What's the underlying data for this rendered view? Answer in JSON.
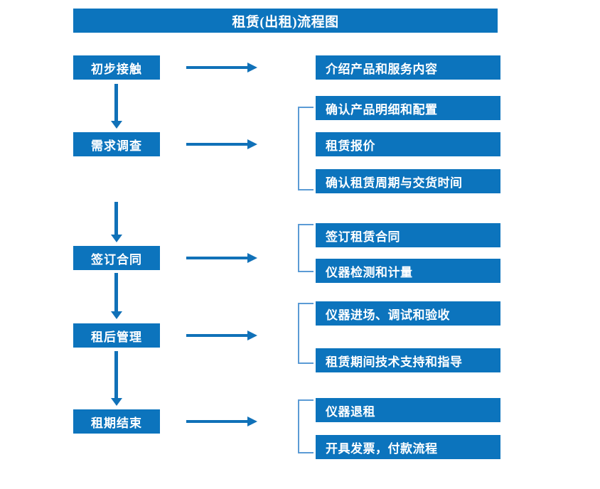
{
  "title": "租赁(出租)流程图",
  "colors": {
    "box_blue": "#0c74bd",
    "arrow_blue": "#1071b8",
    "bracket_blue": "#5b9bd5",
    "text_white": "#ffffff",
    "background": "#ffffff"
  },
  "chart_data": {
    "type": "diagram",
    "title": "租赁(出租)流程图",
    "stages": [
      {
        "stage": "初步接触",
        "details": [
          "介绍产品和服务内容"
        ],
        "bracketed": false
      },
      {
        "stage": "需求调查",
        "details": [
          "确认产品明细和配置",
          "租赁报价",
          "确认租赁周期与交货时间"
        ],
        "bracketed": true
      },
      {
        "stage": "签订合同",
        "details": [
          "签订租赁合同",
          "仪器检测和计量"
        ],
        "bracketed": true
      },
      {
        "stage": "租后管理",
        "details": [
          "仪器进场、调试和验收",
          "租赁期间技术支持和指导"
        ],
        "bracketed": true
      },
      {
        "stage": "租期结束",
        "details": [
          "仪器退租",
          "开具发票，付款流程"
        ],
        "bracketed": true
      }
    ]
  },
  "stages": [
    {
      "label": "初步接触"
    },
    {
      "label": "需求调查"
    },
    {
      "label": "签订合同"
    },
    {
      "label": "租后管理"
    },
    {
      "label": "租期结束"
    }
  ],
  "details": [
    {
      "label": "介绍产品和服务内容"
    },
    {
      "label": "确认产品明细和配置"
    },
    {
      "label": "租赁报价"
    },
    {
      "label": "确认租赁周期与交货时间"
    },
    {
      "label": "签订租赁合同"
    },
    {
      "label": "仪器检测和计量"
    },
    {
      "label": "仪器进场、调试和验收"
    },
    {
      "label": "租赁期间技术支持和指导"
    },
    {
      "label": "仪器退租"
    },
    {
      "label": "开具发票，付款流程"
    }
  ]
}
